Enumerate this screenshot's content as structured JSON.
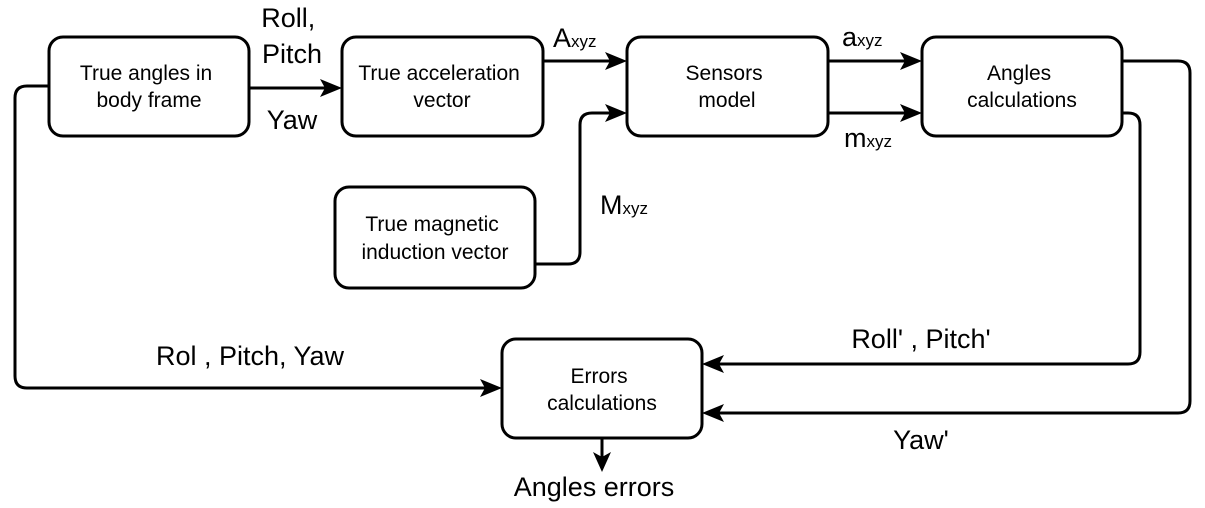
{
  "boxes": {
    "true_angles": [
      "True angles in",
      "body frame"
    ],
    "true_accel": [
      "True acceleration",
      "vector"
    ],
    "sensors_model": [
      "Sensors",
      "model"
    ],
    "angles_calc": [
      "Angles",
      "calculations"
    ],
    "true_magnetic": [
      "True magnetic",
      "induction vector"
    ],
    "errors_calc": [
      "Errors",
      "calculations"
    ]
  },
  "labels": {
    "roll_pitch": [
      "Roll,",
      "Pitch"
    ],
    "yaw": "Yaw",
    "A_main": "A",
    "A_sub": "xyz",
    "a_main": "a",
    "a_sub": "xyz",
    "m_main": "m",
    "m_sub": "xyz",
    "M_main": "M",
    "M_sub": "xyz",
    "roll_pitch_prime": "Roll' , Pitch'",
    "yaw_prime": "Yaw'",
    "rol_pitch_yaw": "Rol , Pitch, Yaw",
    "angles_errors": "Angles errors"
  }
}
